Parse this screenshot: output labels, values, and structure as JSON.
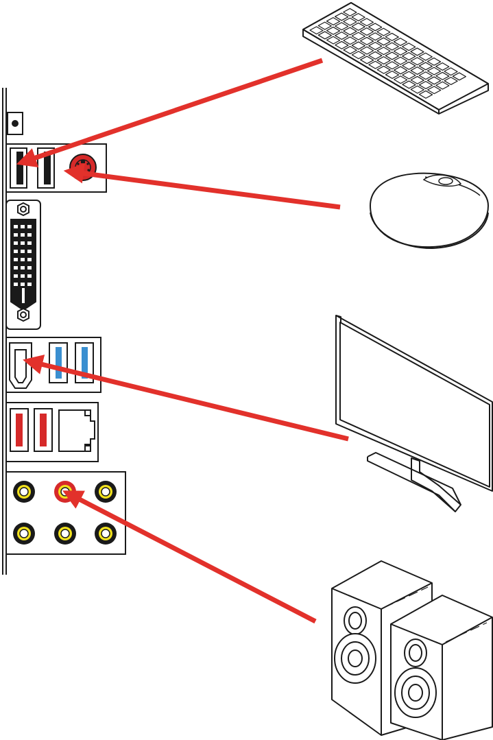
{
  "diagram": {
    "type": "rear-io-connection-illustration",
    "colors": {
      "arrow": "#e2312b",
      "usb2_fill": "#1a1a1a",
      "usb3_fill": "#3a8fd0",
      "usb_red_fill": "#d62a2a",
      "ps2_fill": "#d62a2a",
      "audio_yellow": "#f2e21e",
      "audio_red": "#d62a2a",
      "outline": "#1a1a1a"
    },
    "devices": [
      {
        "id": "keyboard",
        "icon": "keyboard-icon",
        "connects_to": "usb-2-port"
      },
      {
        "id": "mouse",
        "icon": "mouse-icon",
        "connects_to": "ps2-port"
      },
      {
        "id": "monitor",
        "icon": "monitor-icon",
        "connects_to": "hdmi-port"
      },
      {
        "id": "speakers",
        "icon": "speakers-icon",
        "connects_to": "audio-line-out-port"
      }
    ],
    "io_panel": {
      "ports": [
        "reset-button",
        "usb-2-port",
        "usb-2-port",
        "ps2-port",
        "dvi-port",
        "hdmi-port",
        "usb-3-port",
        "usb-3-port",
        "usb-3-red-port",
        "usb-3-red-port",
        "lan-port",
        "audio-jack",
        "audio-line-out-port",
        "audio-jack",
        "audio-jack",
        "audio-jack",
        "audio-jack"
      ]
    }
  }
}
